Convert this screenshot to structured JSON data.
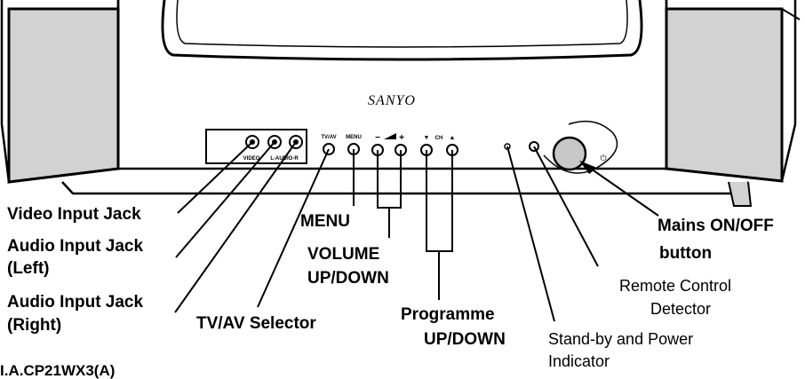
{
  "brand": "SANYO",
  "panel_marks": {
    "video": "VIDEO",
    "audio": "L-AUDIO-R",
    "tvav": "TV/AV",
    "menu": "MENU",
    "vol_minus": "−",
    "vol_plus": "+",
    "ch_down": "▼",
    "ch": "CH",
    "ch_up": "▲",
    "power_symbol": "⏻"
  },
  "labels": {
    "video_input": "Video Input Jack",
    "audio_left_1": "Audio Input Jack",
    "audio_left_2": "(Left)",
    "audio_right_1": "Audio Input Jack",
    "audio_right_2": "(Right)",
    "tvav_selector": "TV/AV Selector",
    "menu": "MENU",
    "volume_1": "VOLUME",
    "volume_2": "UP/DOWN",
    "programme_1": "Programme",
    "programme_2": "UP/DOWN",
    "standby_1": "Stand-by and  Power",
    "standby_2": "Indicator",
    "remote_1": "Remote Control",
    "remote_2": "Detector",
    "mains_1": "Mains ON/OFF",
    "mains_2": "button"
  },
  "footer_text": "I.A.CP21WX3(A)"
}
